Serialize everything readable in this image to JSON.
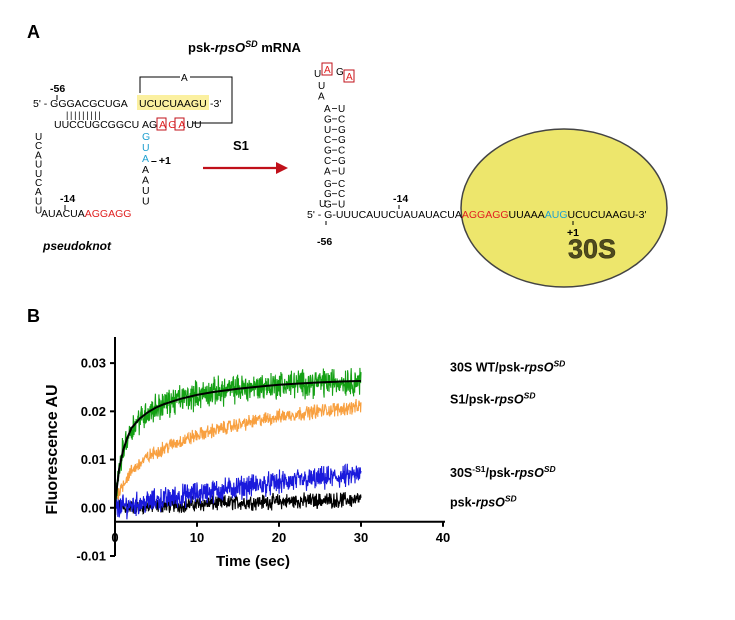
{
  "panel_a": {
    "letter": "A",
    "title_prefix": "psk-",
    "title_gene": "rpsO",
    "title_sup": "SD",
    "title_suffix": " mRNA",
    "pseudoknot": {
      "pos_m56": "-56",
      "top_strand": "5' - GGGACGCUGA",
      "top_highlight": "UCUCUAAGU",
      "top_end": "-3'",
      "loop_A": "A",
      "pair_bars": "|||||||||",
      "bottom_strand": "UUCCUGCGGCU",
      "bottom_right_a": "AG",
      "bottom_box1": "A",
      "bottom_mid": "G",
      "bottom_box2": "A",
      "bottom_end": "UU",
      "left_column": [
        "U",
        "C",
        "A",
        "U",
        "U",
        "C",
        "A",
        "U",
        "U"
      ],
      "blue_column": [
        "G",
        "U",
        "A"
      ],
      "right_column": [
        "A",
        "A",
        "U",
        "U"
      ],
      "plus1": "+1",
      "pos_m14": "-14",
      "bottom_prefix": "AUACUA",
      "bottom_red": "AGGAGG",
      "label": "pseudoknot"
    },
    "arrow_label": "S1",
    "hairpin": {
      "loop_top": [
        "U",
        "A",
        "G",
        "A"
      ],
      "loop_side": [
        "U",
        "A"
      ],
      "pairs": [
        [
          "A",
          "U"
        ],
        [
          "G",
          "C"
        ],
        [
          "U",
          "G"
        ],
        [
          "C",
          "G"
        ],
        [
          "G",
          "C"
        ],
        [
          "C",
          "G"
        ],
        [
          "A",
          "U"
        ],
        [
          "G",
          "C"
        ],
        [
          "G",
          "C"
        ],
        [
          "G",
          "U"
        ]
      ],
      "bulge_u": "U",
      "pos_m14": "-14",
      "pos_m56": "-56",
      "plus1": "+1",
      "seq_start": "5' - G-U",
      "seq_mid": "UUCAUUCUAUAUACUA",
      "seq_red": "AGGAGG",
      "seq_mid2": "UUAAA",
      "seq_blue": "AUG",
      "seq_end": "UCUCUAAGU",
      "seq_3p": "-3'"
    },
    "ribosome_label": "30S",
    "colors": {
      "red": "#e02020",
      "blue": "#20a0d0",
      "highlight": "#fbf0a0",
      "ribosome_fill": "#ede66c",
      "arrow": "#c0101a"
    }
  },
  "panel_b": {
    "letter": "B"
  },
  "chart_data": {
    "type": "line",
    "ylabel": "Fluorescence AU",
    "xlabel": "Time (sec)",
    "xlim": [
      0,
      40
    ],
    "ylim": [
      -0.01,
      0.035
    ],
    "x_ticks": [
      0,
      10,
      20,
      30,
      40
    ],
    "y_ticks": [
      -0.01,
      0.0,
      0.01,
      0.02,
      0.03
    ],
    "y_tick_labels": [
      "-0.01",
      "0.00",
      "0.01",
      "0.02",
      "0.03"
    ],
    "series": [
      {
        "name_prefix": "30S WT/psk-",
        "name_gene": "rpsO",
        "name_sup": "SD",
        "color": "#14a014",
        "noise": 0.0022,
        "x": [
          0,
          0.5,
          1,
          1.5,
          2,
          3,
          4,
          5,
          6,
          8,
          10,
          12,
          15,
          18,
          20,
          22,
          25,
          28,
          30
        ],
        "y": [
          0.001,
          0.008,
          0.012,
          0.0145,
          0.0165,
          0.0185,
          0.0198,
          0.0208,
          0.0215,
          0.0226,
          0.0234,
          0.024,
          0.0247,
          0.0252,
          0.0255,
          0.0257,
          0.026,
          0.0262,
          0.0263
        ]
      },
      {
        "name_prefix": "S1/psk-",
        "name_gene": "rpsO",
        "name_sup": "SD",
        "color": "#f8a040",
        "noise": 0.0011,
        "x": [
          0,
          1,
          2,
          3,
          4,
          5,
          6,
          8,
          10,
          12,
          15,
          18,
          20,
          22,
          25,
          28,
          30
        ],
        "y": [
          0.002,
          0.005,
          0.0075,
          0.0092,
          0.0105,
          0.0115,
          0.0124,
          0.0138,
          0.015,
          0.016,
          0.0172,
          0.0183,
          0.0189,
          0.0194,
          0.0201,
          0.0206,
          0.021
        ]
      },
      {
        "name_prefix": "30S",
        "name_sup_pre": "-S1",
        "name_mid": "/psk-",
        "name_gene": "rpsO",
        "name_sup": "SD",
        "color": "#1a1adc",
        "noise": 0.0018,
        "x": [
          0,
          5,
          10,
          15,
          20,
          25,
          30
        ],
        "y": [
          0.0,
          0.0015,
          0.003,
          0.0042,
          0.0052,
          0.006,
          0.0068
        ]
      },
      {
        "name_prefix": "psk-",
        "name_gene": "rpsO",
        "name_sup": "SD",
        "color": "#000000",
        "noise": 0.0012,
        "x": [
          0,
          5,
          10,
          15,
          20,
          25,
          30
        ],
        "y": [
          0.0,
          0.0004,
          0.0008,
          0.0011,
          0.0013,
          0.0015,
          0.0017
        ]
      }
    ],
    "fit": {
      "color": "#000000",
      "x": [
        0,
        0.5,
        1,
        1.5,
        2,
        3,
        4,
        5,
        6,
        8,
        10,
        12,
        15,
        18,
        20,
        22,
        25,
        28,
        30
      ],
      "y": [
        0.001,
        0.008,
        0.012,
        0.0145,
        0.0165,
        0.0185,
        0.0198,
        0.0208,
        0.0215,
        0.0226,
        0.0234,
        0.024,
        0.0247,
        0.0252,
        0.0255,
        0.0257,
        0.026,
        0.0262,
        0.0263
      ]
    }
  }
}
